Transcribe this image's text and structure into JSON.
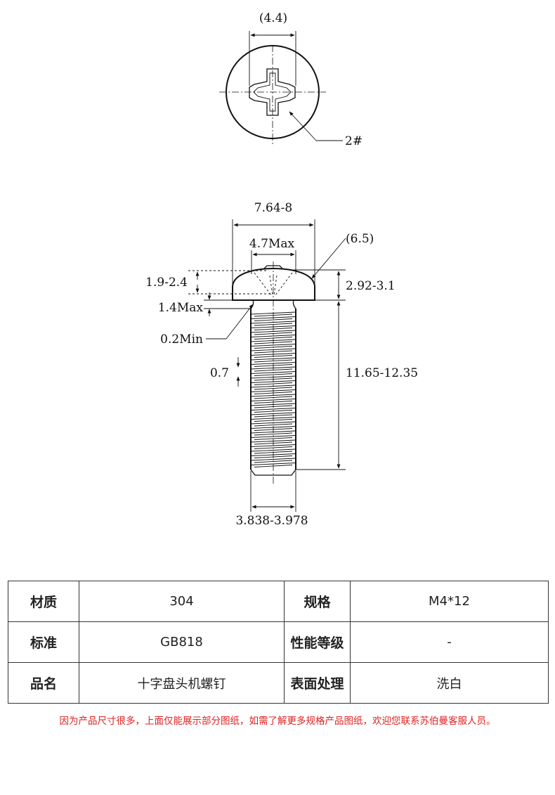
{
  "top_view": {
    "head_dim": "(4.4)",
    "drive_size": "2#"
  },
  "side_view": {
    "head_diameter": "7.64-8",
    "recess_width": "4.7Max",
    "head_radius": "(6.5)",
    "recess_depth": "1.9-2.4",
    "head_height": "2.92-3.1",
    "underhead_length": "1.4Max",
    "underhead_radius": "0.2Min",
    "thread_pitch": "0.7",
    "length": "11.65-12.35",
    "thread_diameter": "3.838-3.978"
  },
  "spec_table": {
    "rows": [
      {
        "label1": "材质",
        "value1": "304",
        "label2": "规格",
        "value2": "M4*12"
      },
      {
        "label1": "标准",
        "value1": "GB818",
        "label2": "性能等级",
        "value2": "-"
      },
      {
        "label1": "品名",
        "value1": "十字盘头机螺钉",
        "label2": "表面处理",
        "value2": "洗白"
      }
    ]
  },
  "footer_note": "因为产品尺寸很多，上面仅能展示部分图纸，如需了解更多规格产品图纸，欢迎您联系苏伯曼客服人员。"
}
